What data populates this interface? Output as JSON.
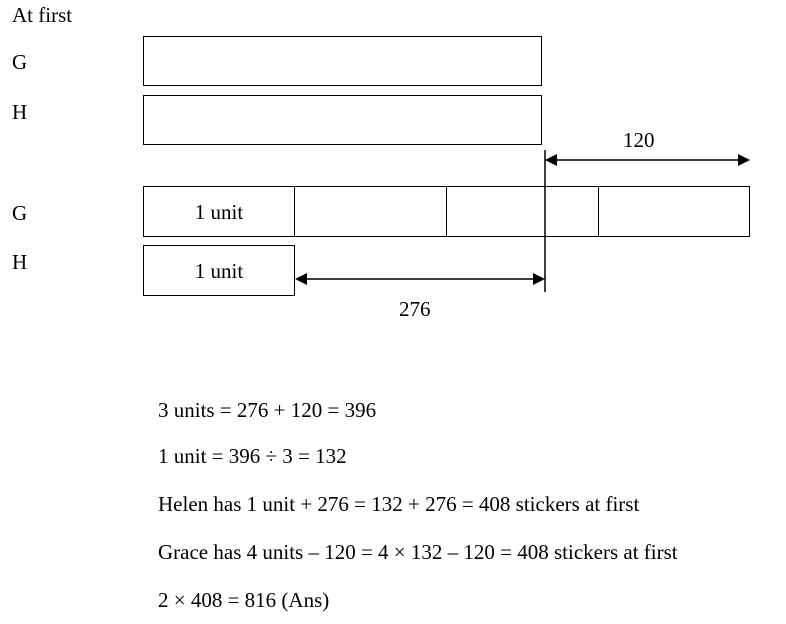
{
  "heading": "At first",
  "row_labels": {
    "g_first": "G",
    "h_first": "H",
    "g_after": "G",
    "h_after": "H"
  },
  "unit_labels": {
    "g_unit": "1 unit",
    "h_unit": "1 unit"
  },
  "arrow_labels": {
    "top": "120",
    "bottom": "276"
  },
  "working": [
    "3 units = 276 + 120 = 396",
    "1 unit = 396 ÷ 3 = 132",
    "Helen has 1 unit + 276 = 132 + 276 = 408 stickers at first",
    "Grace has 4 units – 120 = 4 × 132 – 120 = 408 stickers at first",
    "2 × 408 = 816 (Ans)"
  ]
}
